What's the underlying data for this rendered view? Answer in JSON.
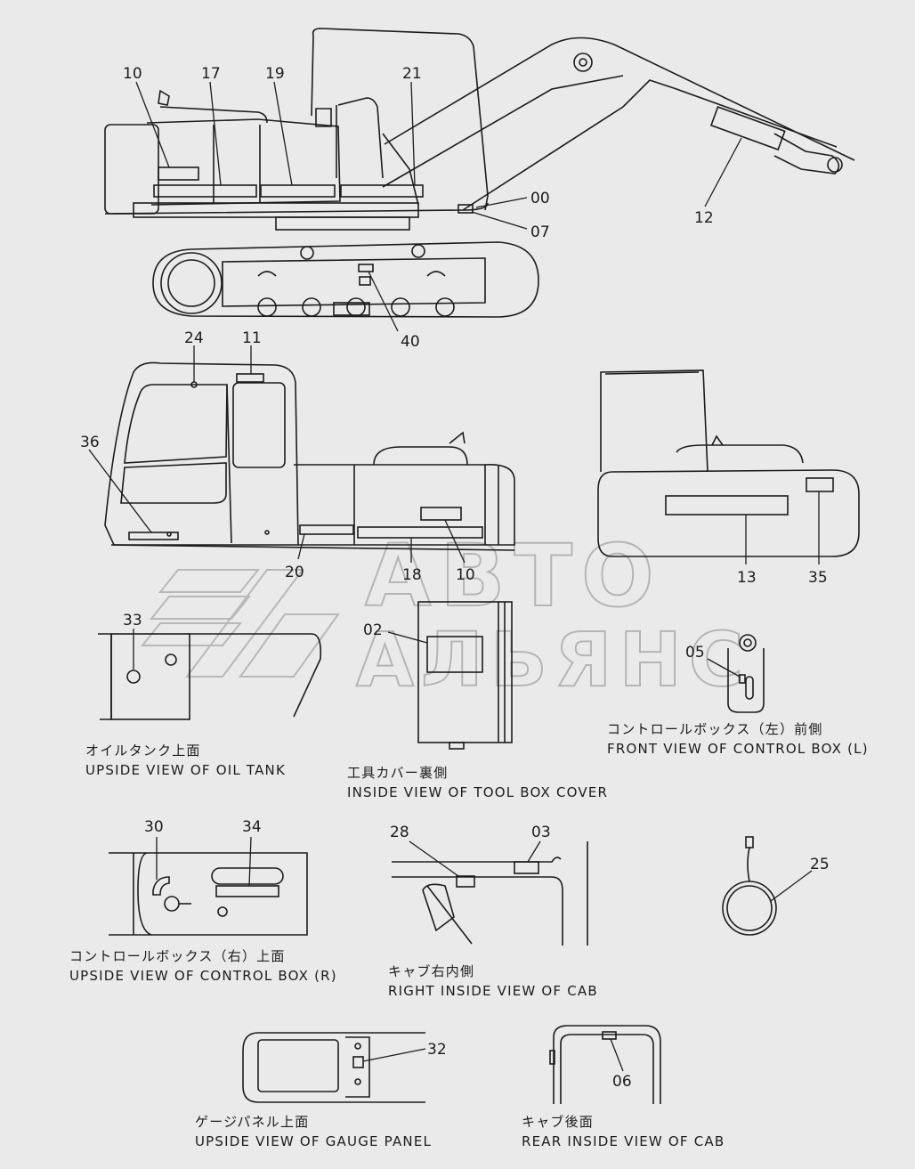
{
  "callouts": {
    "c10a": "10",
    "c17": "17",
    "c19": "19",
    "c21": "21",
    "c00": "00",
    "c07": "07",
    "c12": "12",
    "c40": "40",
    "c24": "24",
    "c11": "11",
    "c36": "36",
    "c20": "20",
    "c18": "18",
    "c10b": "10",
    "c13": "13",
    "c35": "35",
    "c33": "33",
    "c02": "02",
    "c05": "05",
    "c30": "30",
    "c34": "34",
    "c28": "28",
    "c03": "03",
    "c25": "25",
    "c32": "32",
    "c06": "06"
  },
  "views": {
    "oil_tank": {
      "jp": "オイルタンク上面",
      "en": "UPSIDE VIEW OF OIL TANK"
    },
    "tool_box": {
      "jp": "工具カバー裏側",
      "en": "INSIDE VIEW OF TOOL BOX COVER"
    },
    "control_box_l": {
      "jp": "コントロールボックス（左）前側",
      "en": "FRONT VIEW OF CONTROL BOX (L)"
    },
    "control_box_r": {
      "jp": "コントロールボックス（右）上面",
      "en": "UPSIDE VIEW OF CONTROL BOX (R)"
    },
    "cab_right": {
      "jp": "キャブ右内側",
      "en": "RIGHT INSIDE VIEW OF CAB"
    },
    "gauge_panel": {
      "jp": "ゲージパネル上面",
      "en": "UPSIDE VIEW OF GAUGE PANEL"
    },
    "cab_rear": {
      "jp": "キャブ後面",
      "en": "REAR INSIDE VIEW OF CAB"
    }
  },
  "watermark": {
    "line1": "АВТО",
    "line2": "АЛЬЯНС"
  }
}
